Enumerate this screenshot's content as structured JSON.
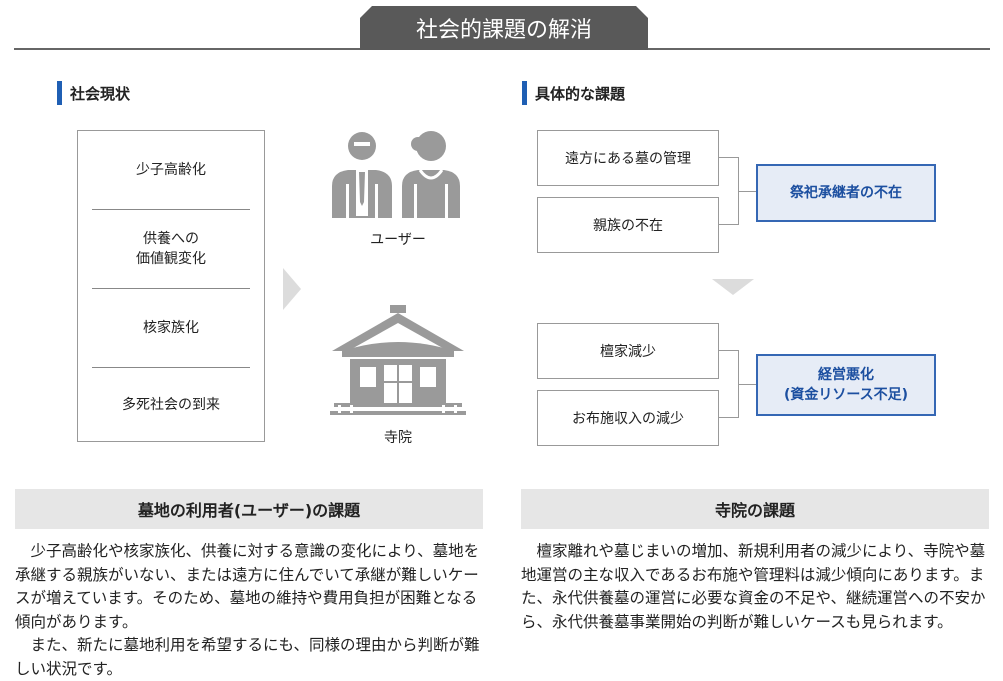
{
  "title": "社会的課題の解消",
  "left_section": {
    "heading": "社会現状"
  },
  "right_section": {
    "heading": "具体的な課題"
  },
  "conditions": {
    "items": [
      {
        "line1": "少子高齢化",
        "line2": ""
      },
      {
        "line1": "供養への",
        "line2": "価値観変化"
      },
      {
        "line1": "核家族化",
        "line2": ""
      },
      {
        "line1": "多死社会の到来",
        "line2": ""
      }
    ]
  },
  "actors": {
    "user_label": "ユーザー",
    "temple_label": "寺院"
  },
  "issues_top": {
    "items": [
      "遠方にある墓の管理",
      "親族の不在"
    ],
    "result": "祭祀承継者の不在"
  },
  "issues_bottom": {
    "items": [
      "檀家減少",
      "お布施収入の減少"
    ],
    "result_line1": "経営悪化",
    "result_line2": "(資金リソース不足)"
  },
  "user_issue": {
    "heading": "墓地の利用者(ユーザー)の課題",
    "para1": "少子高齢化や核家族化、供養に対する意識の変化により、墓地を承継する親族がいない、または遠方に住んでいて承継が難しいケースが増えています。そのため、墓地の維持や費用負担が困難となる傾向があります。",
    "para2": "また、新たに墓地利用を希望するにも、同様の理由から判断が難しい状況です。"
  },
  "temple_issue": {
    "heading": "寺院の課題",
    "para1": "檀家離れや墓じまいの増加、新規利用者の減少により、寺院や墓地運営の主な収入であるお布施や管理料は減少傾向にあります。また、永代供養墓の運営に必要な資金の不足や、継続運営への不安から、永代供養墓事業開始の判断が難しいケースも見られます。"
  },
  "colors": {
    "accent": "#1f5fb4",
    "highlight_bg": "#e6ecf6",
    "title_bg": "#595959",
    "icon_gray": "#9a9a9a"
  },
  "icons": [
    "person-male-icon",
    "person-female-icon",
    "temple-icon",
    "chevron-right-icon",
    "chevron-down-icon"
  ]
}
